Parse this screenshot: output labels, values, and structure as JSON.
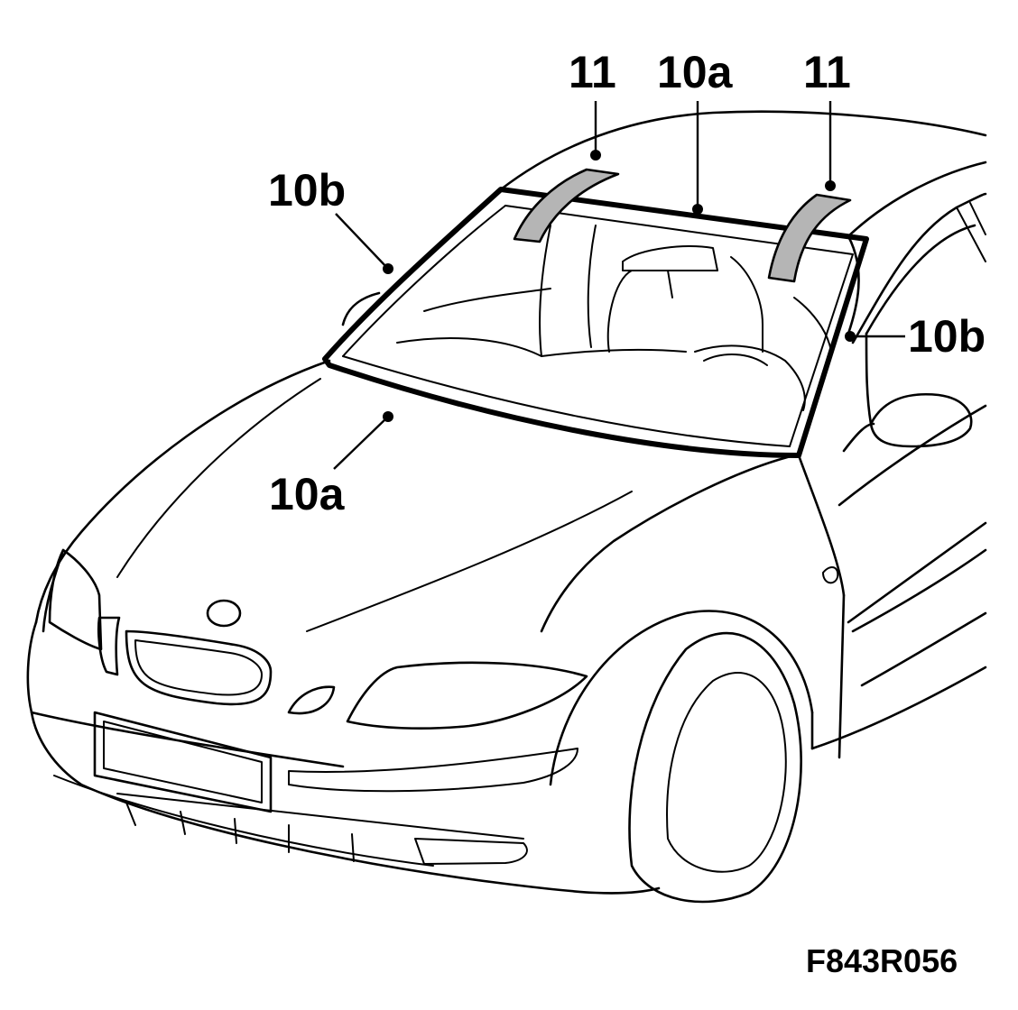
{
  "callouts": {
    "roof_strip_left": "11",
    "roof_seal_top": "10a",
    "roof_strip_right": "11",
    "pillar_seal_left": "10b",
    "pillar_seal_right": "10b",
    "lower_seal": "10a"
  },
  "figure_reference": "F843R056",
  "colors": {
    "line": "#000000",
    "strip_fill": "#b5b5b5",
    "background": "#ffffff"
  }
}
